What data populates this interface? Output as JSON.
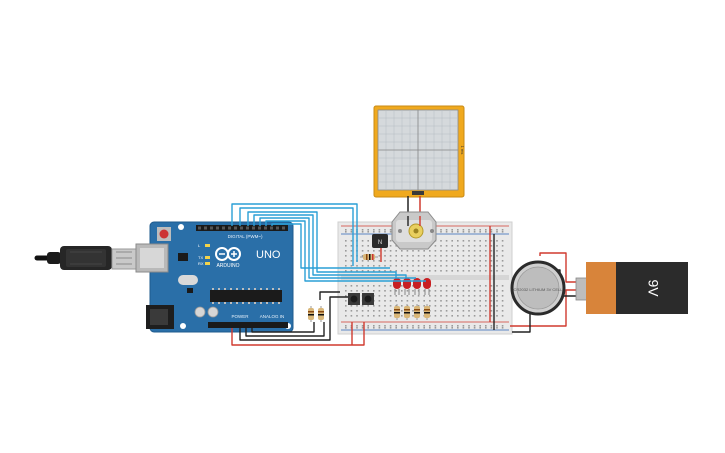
{
  "arduino": {
    "brand": "UNO",
    "maker": "ARDUINO",
    "digital_header": "DIGITAL (PWM~)",
    "power_header": "POWER",
    "analog_header": "ANALOG IN",
    "tx": "TX",
    "rx": "RX",
    "l": "L"
  },
  "transistor": {
    "label": "N"
  },
  "battery": {
    "label": "9V"
  },
  "coin_cell": {
    "label": "CR2032 LITHIUM 3V CELL"
  },
  "oscilloscope": {
    "label": "1 ms"
  },
  "colors": {
    "board": "#2a6fa8",
    "board_dark": "#1f5b8e",
    "wire_blue": "#2a9fd6",
    "wire_red": "#d03a2f",
    "wire_black": "#222222",
    "scope_frame": "#f0a91e",
    "battery_orange": "#d8843a",
    "battery_black": "#2b2b2b",
    "led_red": "#c81f22",
    "breadboard": "#e9e9e9"
  }
}
